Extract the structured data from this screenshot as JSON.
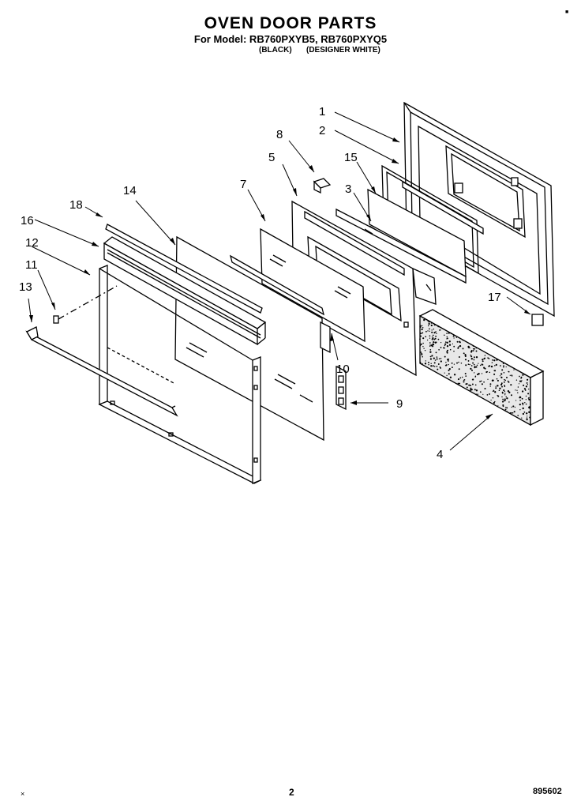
{
  "header": {
    "title": "OVEN DOOR PARTS",
    "model_line": "For Model: RB760PXYB5, RB760PXYQ5",
    "variant_black": "(BLACK)",
    "variant_white": "(DESIGNER WHITE)"
  },
  "callouts": [
    "1",
    "2",
    "3",
    "4",
    "5",
    "7",
    "8",
    "9",
    "10",
    "11",
    "12",
    "13",
    "14",
    "15",
    "16",
    "17",
    "18"
  ],
  "footer": {
    "page_number": "2",
    "doc_number": "895602",
    "corner_mark_right": "■",
    "corner_mark_left": "×"
  }
}
